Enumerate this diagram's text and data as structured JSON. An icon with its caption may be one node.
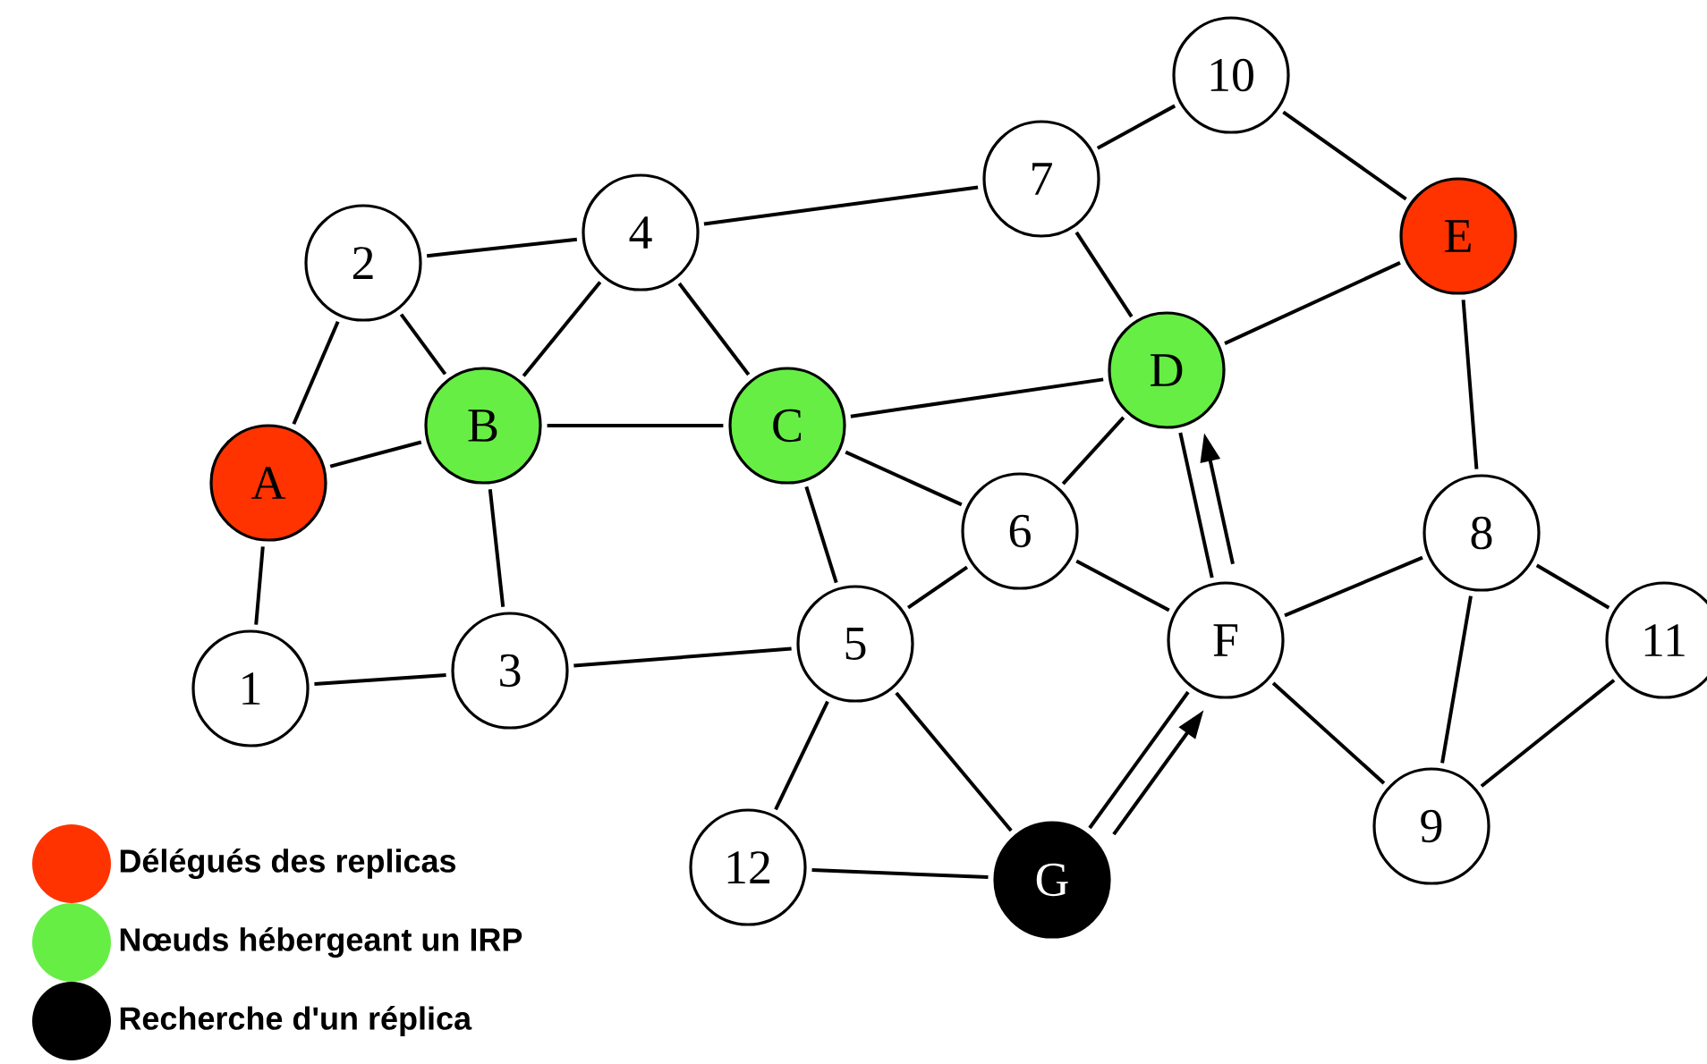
{
  "diagram": {
    "nodes": [
      {
        "text": [
          "A"
        ]
      },
      {
        "text": [
          "B"
        ]
      },
      {
        "text": [
          "C"
        ]
      },
      {
        "text": [
          "D"
        ]
      },
      {
        "text": [
          "E"
        ]
      },
      {
        "text": [
          "F"
        ]
      },
      {
        "text": [
          "G"
        ]
      },
      {
        "text": [
          "1"
        ]
      },
      {
        "text": [
          "2"
        ]
      },
      {
        "text": [
          "3"
        ]
      },
      {
        "text": [
          "4"
        ]
      },
      {
        "text": [
          "5"
        ]
      },
      {
        "text": [
          "6"
        ]
      },
      {
        "text": [
          "7"
        ]
      },
      {
        "text": [
          "8"
        ]
      },
      {
        "text": [
          "9"
        ]
      },
      {
        "text": [
          "10"
        ]
      },
      {
        "text": [
          "11"
        ]
      },
      {
        "text": [
          "12"
        ]
      }
    ],
    "edges": [
      {
        "from": 0,
        "to": 8,
        "arrow": "none"
      },
      {
        "from": 0,
        "to": 1,
        "arrow": "none"
      },
      {
        "from": 0,
        "to": 7,
        "arrow": "none"
      },
      {
        "from": 8,
        "to": 10,
        "arrow": "none"
      },
      {
        "from": 8,
        "to": 1,
        "arrow": "none"
      },
      {
        "from": 1,
        "to": 10,
        "arrow": "none"
      },
      {
        "from": 10,
        "to": 2,
        "arrow": "none"
      },
      {
        "from": 1,
        "to": 2,
        "arrow": "none"
      },
      {
        "from": 1,
        "to": 9,
        "arrow": "none"
      },
      {
        "from": 10,
        "to": 13,
        "arrow": "none"
      },
      {
        "from": 13,
        "to": 16,
        "arrow": "none"
      },
      {
        "from": 13,
        "to": 3,
        "arrow": "none"
      },
      {
        "from": 16,
        "to": 4,
        "arrow": "none"
      },
      {
        "from": 4,
        "to": 3,
        "arrow": "none"
      },
      {
        "from": 4,
        "to": 14,
        "arrow": "none"
      },
      {
        "from": 2,
        "to": 3,
        "arrow": "none"
      },
      {
        "from": 2,
        "to": 12,
        "arrow": "none"
      },
      {
        "from": 2,
        "to": 11,
        "arrow": "none"
      },
      {
        "from": 12,
        "to": 3,
        "arrow": "none"
      },
      {
        "from": 12,
        "to": 5,
        "arrow": "none"
      },
      {
        "from": 12,
        "to": 11,
        "arrow": "none"
      },
      {
        "from": 7,
        "to": 9,
        "arrow": "none"
      },
      {
        "from": 9,
        "to": 11,
        "arrow": "none"
      },
      {
        "from": 11,
        "to": 6,
        "arrow": "none"
      },
      {
        "from": 11,
        "to": 18,
        "arrow": "none"
      },
      {
        "from": 18,
        "to": 6,
        "arrow": "none"
      },
      {
        "from": 6,
        "to": 5,
        "arrow": "none"
      },
      {
        "from": 5,
        "to": 3,
        "arrow": "none"
      },
      {
        "from": 5,
        "to": 14,
        "arrow": "none"
      },
      {
        "from": 5,
        "to": 15,
        "arrow": "none"
      },
      {
        "from": 14,
        "to": 15,
        "arrow": "none"
      },
      {
        "from": 14,
        "to": 17,
        "arrow": "none"
      },
      {
        "from": 17,
        "to": 15,
        "arrow": "none"
      },
      {
        "from": 6,
        "to": 5,
        "arrow": "to"
      },
      {
        "from": 5,
        "to": 3,
        "arrow": "to"
      }
    ],
    "legend": [
      {
        "text": "Délégués des replicas",
        "color": "#ff3300"
      },
      {
        "text": "Nœuds hébergeant un IRP",
        "color": "#66ee44"
      },
      {
        "text": "Recherche d'un réplica",
        "color": "#000000"
      }
    ]
  }
}
